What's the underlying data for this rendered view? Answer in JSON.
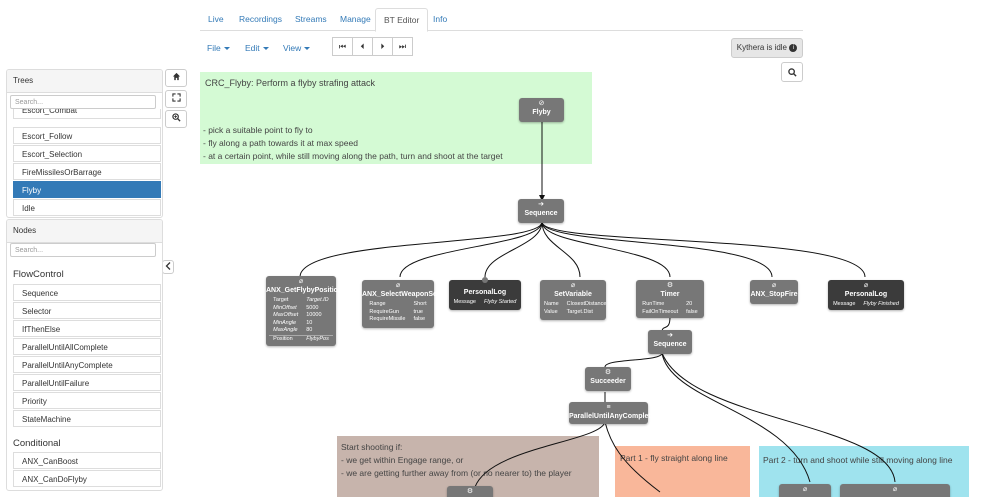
{
  "tabs": {
    "live": "Live",
    "recordings": "Recordings",
    "streams": "Streams",
    "manage": "Manage",
    "bt_editor": "BT Editor",
    "info": "Info"
  },
  "menus": {
    "file": "File",
    "edit": "Edit",
    "view": "View"
  },
  "playback": {
    "first": "⏮",
    "prev": "⏴",
    "next": "⏵",
    "last": "⏭"
  },
  "status": {
    "text": "Kythera is idle",
    "icon": "info-icon"
  },
  "trees_panel": {
    "title": "Trees",
    "search_placeholder": "Search...",
    "items": [
      "Escort_Combat",
      "Escort_Follow",
      "Escort_Selection",
      "FireMissilesOrBarrage",
      "Flyby",
      "Idle"
    ],
    "selected": "Flyby"
  },
  "nodes_panel": {
    "title": "Nodes",
    "search_placeholder": "Search...",
    "categories": [
      {
        "name": "FlowControl",
        "items": [
          "Sequence",
          "Selector",
          "IfThenElse",
          "ParallelUntilAllComplete",
          "ParallelUntilAnyComplete",
          "ParallelUntilFailure",
          "Priority",
          "StateMachine"
        ]
      },
      {
        "name": "Conditional",
        "items": [
          "ANX_CanBoost",
          "ANX_CanDoFlyby"
        ]
      }
    ]
  },
  "side_buttons": {
    "home": "home-icon",
    "fit": "expand-icon",
    "zoom": "zoom-in-icon",
    "collapse": "chevron-left-icon"
  },
  "comments": {
    "main": {
      "title": "CRC_Flyby: Perform a flyby strafing attack",
      "lines": [
        "- pick a suitable point to fly to",
        "- fly along a path towards it at max speed",
        "- at a certain point, while still moving along the path, turn and shoot at the target"
      ],
      "color": "#d4fad4"
    },
    "shoot": {
      "lines": [
        "Start shooting if:",
        "- we get within Engage range, or",
        "- we are getting further away from (or no nearer to) the player"
      ],
      "color": "#c7b4ac"
    },
    "part1": {
      "text": "Part 1 - fly straight along line",
      "color": "#f9b79a"
    },
    "part2": {
      "text": "Part 2 - turn and shoot while still moving along line",
      "color": "#9fe3ee"
    }
  },
  "graph": {
    "root": {
      "title": "Flyby",
      "icon": "⊘"
    },
    "sequence1": {
      "title": "Sequence",
      "icon": "➔"
    },
    "getpos": {
      "title": "ANX_GetFlybyPosition",
      "icon": "⌀",
      "params": [
        [
          "Target",
          "Target.ID"
        ],
        [
          "MinOffset",
          "5000"
        ],
        [
          "MaxOffset",
          "10000"
        ],
        [
          "MinAngle",
          "10"
        ],
        [
          "MaxAngle",
          "80"
        ]
      ],
      "outputs": [
        [
          "Position",
          "FlybyPos"
        ]
      ]
    },
    "selweapon": {
      "title": "ANX_SelectWeaponSet",
      "icon": "⌀",
      "params": [
        [
          "Range",
          "Short"
        ],
        [
          "RequireGun",
          "true"
        ],
        [
          "RequireMissile",
          "false"
        ]
      ]
    },
    "log1": {
      "title": "PersonalLog",
      "params": [
        [
          "Message",
          "Flyby Started"
        ]
      ]
    },
    "setvar": {
      "title": "SetVariable",
      "icon": "⌀",
      "params": [
        [
          "Name",
          "ClosestDistance"
        ],
        [
          "Value",
          "Target.Dist"
        ]
      ]
    },
    "timer": {
      "title": "Timer",
      "icon": "⚙",
      "params": [
        [
          "RunTime",
          "20"
        ],
        [
          "FailOnTimeout",
          "false"
        ]
      ]
    },
    "stopfire": {
      "title": "ANX_StopFire",
      "icon": "⌀"
    },
    "log2": {
      "title": "PersonalLog",
      "icon": "⌀",
      "params": [
        [
          "Message",
          "Flyby Finished"
        ]
      ]
    },
    "sequence2": {
      "title": "Sequence",
      "icon": "➔"
    },
    "succeeder": {
      "title": "Succeeder",
      "icon": "⚙"
    },
    "parallel": {
      "title": "ParallelUntilAnyComplete",
      "icon": "≡"
    },
    "bottom_icons": [
      "⚙",
      "⌀",
      "⌀"
    ]
  }
}
